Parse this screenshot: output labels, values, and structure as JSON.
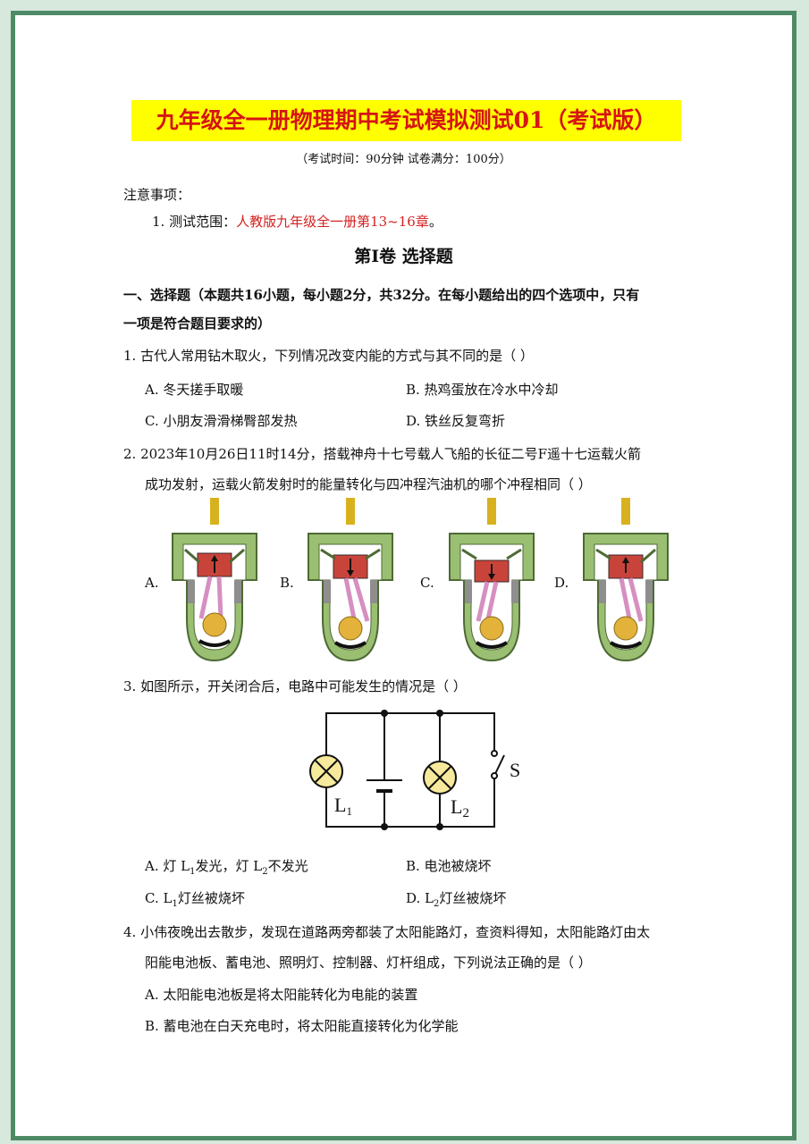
{
  "title": "九年级全一册物理期中考试模拟测试01（考试版）",
  "subtitle": "（考试时间：90分钟   试卷满分：100分）",
  "notice": {
    "heading": "注意事项：",
    "item1_prefix": "1.  测试范围：",
    "item1_scope": "人教版九年级全一册第13~16章",
    "item1_end": "。"
  },
  "section_title": "第Ⅰ卷    选择题",
  "part1": {
    "line1": "一、选择题（本题共16小题，每小题2分，共32分。在每小题给出的四个选项中，只有",
    "line2": "一项是符合题目要求的）"
  },
  "questions": {
    "q1": {
      "stem": "1.  古代人常用钻木取火，下列情况改变内能的方式与其不同的是（        ）",
      "a": "A.   冬天搓手取暖",
      "b": "B.   热鸡蛋放在冷水中冷却",
      "c": "C.   小朋友滑滑梯臀部发热",
      "d": "D.   铁丝反复弯折"
    },
    "q2": {
      "stem1": "2.  2023年10月26日11时14分，搭载神舟十七号载人飞船的长征二号F遥十七运载火箭",
      "stem2": "成功发射，运载火箭发射时的能量转化与四冲程汽油机的哪个冲程相同（      ）",
      "labels": [
        "A.",
        "B.",
        "C.",
        "D."
      ]
    },
    "q3": {
      "stem": "3.  如图所示，开关闭合后，电路中可能发生的情况是（        ）",
      "circuit": {
        "l1": "L",
        "l1_sub": "1",
        "l2": "L",
        "l2_sub": "2",
        "s": "S"
      },
      "a_pre": "A.   灯 L",
      "a_sub1": "1",
      "a_mid": "发光，灯 L",
      "a_sub2": "2",
      "a_post": "不发光",
      "b": "B.   电池被烧坏",
      "c_pre": "C.   L",
      "c_sub": "1",
      "c_post": "灯丝被烧坏",
      "d_pre": "D.   L",
      "d_sub": "2",
      "d_post": "灯丝被烧坏"
    },
    "q4": {
      "stem1": "4.  小伟夜晚出去散步，发现在道路两旁都装了太阳能路灯，查资料得知，太阳能路灯由太",
      "stem2": "阳能电池板、蓄电池、照明灯、控制器、灯杆组成，下列说法正确的是（        ）",
      "a": "A.   太阳能电池板是将太阳能转化为电能的装置",
      "b": "B.   蓄电池在白天充电时，将太阳能直接转化为化学能"
    }
  },
  "colors": {
    "frame": "#4f8a66",
    "title_bg": "#ffff00",
    "title_text": "#d61414",
    "scope_text": "#d42020",
    "engine_body": "#9bbf72"
  },
  "icons": [
    "engine-intake-stroke-icon",
    "engine-compression-stroke-icon",
    "engine-power-stroke-icon",
    "engine-exhaust-stroke-icon",
    "lamp-icon",
    "battery-icon",
    "switch-icon"
  ]
}
